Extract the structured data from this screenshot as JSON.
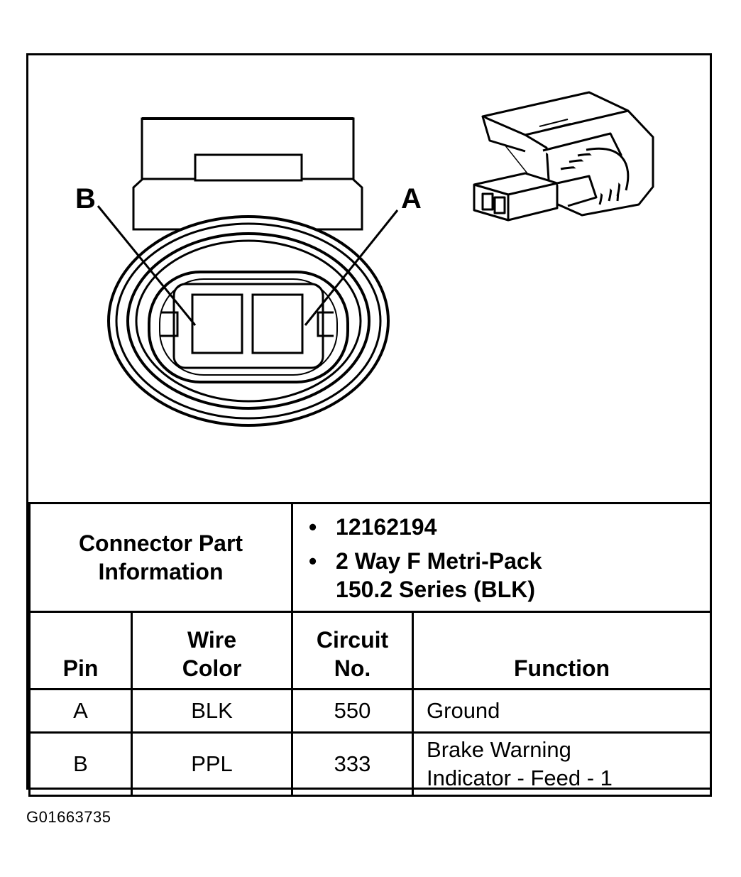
{
  "diagram": {
    "pin_label_b": "B",
    "pin_label_a": "A"
  },
  "part_info": {
    "label_line1": "Connector Part",
    "label_line2": "Information",
    "items": [
      "12162194",
      "2 Way F Metri-Pack",
      "150.2 Series (BLK)"
    ]
  },
  "headers": {
    "pin": "Pin",
    "wire_color_line1": "Wire",
    "wire_color_line2": "Color",
    "circuit_line1": "Circuit",
    "circuit_line2": "No.",
    "function": "Function"
  },
  "rows": [
    {
      "pin": "A",
      "wire_color": "BLK",
      "circuit": "550",
      "function_line1": "Ground",
      "function_line2": ""
    },
    {
      "pin": "B",
      "wire_color": "PPL",
      "circuit": "333",
      "function_line1": "Brake Warning",
      "function_line2": "Indicator - Feed - 1"
    }
  ],
  "figure_id": "G01663735"
}
